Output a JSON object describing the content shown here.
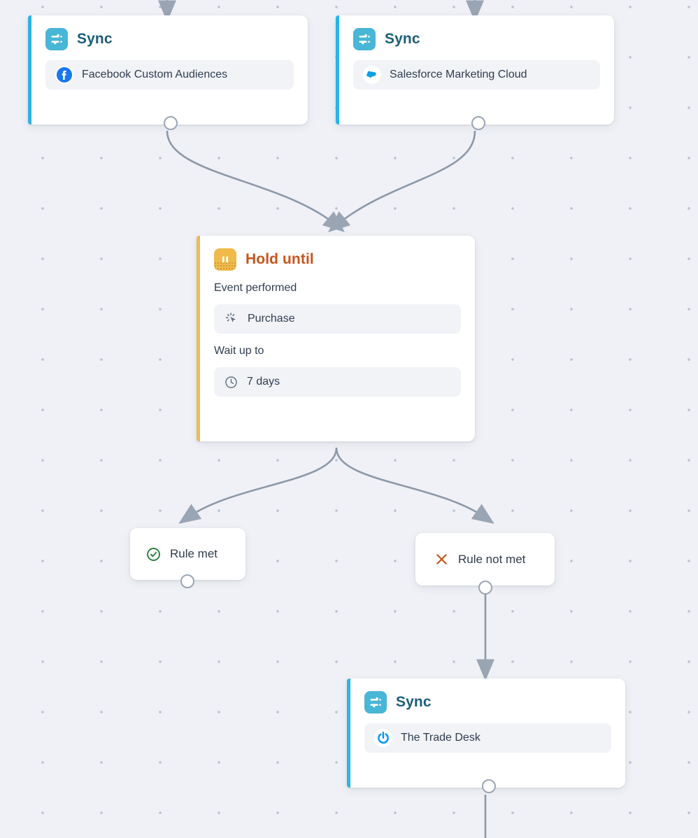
{
  "canvas": {
    "background_color": "#eff1f6",
    "grid_dot_color": "#b9c2cf",
    "edge_color": "#8d98a7"
  },
  "nodes": [
    {
      "id": "sync-facebook",
      "type": "sync",
      "title": "Sync",
      "accent_color": "#2ab5e4",
      "icon": "sliders-icon",
      "destination": {
        "label": "Facebook Custom Audiences",
        "icon": "facebook-icon",
        "brand_color": "#1877f2"
      }
    },
    {
      "id": "sync-salesforce",
      "type": "sync",
      "title": "Sync",
      "accent_color": "#2ab5e4",
      "icon": "sliders-icon",
      "destination": {
        "label": "Salesforce Marketing Cloud",
        "icon": "salesforce-cloud-icon",
        "brand_color": "#00a1e0"
      }
    },
    {
      "id": "hold-until",
      "type": "hold",
      "title": "Hold until",
      "accent_color": "#f0bb4b",
      "icon": "pause-icon",
      "fields": [
        {
          "label": "Event performed",
          "value": "Purchase",
          "icon": "cursor-click-icon"
        },
        {
          "label": "Wait up to",
          "value": "7 days",
          "icon": "clock-icon"
        }
      ]
    },
    {
      "id": "rule-met",
      "type": "branch",
      "label": "Rule met",
      "icon": "check-circle-icon",
      "icon_color": "#1e7a35"
    },
    {
      "id": "rule-not-met",
      "type": "branch",
      "label": "Rule not met",
      "icon": "x-icon",
      "icon_color": "#c4561b"
    },
    {
      "id": "sync-tradedesk",
      "type": "sync",
      "title": "Sync",
      "accent_color": "#2ab5e4",
      "icon": "sliders-icon",
      "destination": {
        "label": "The Trade Desk",
        "icon": "trade-desk-icon",
        "brand_color": "#0099f7"
      }
    }
  ]
}
